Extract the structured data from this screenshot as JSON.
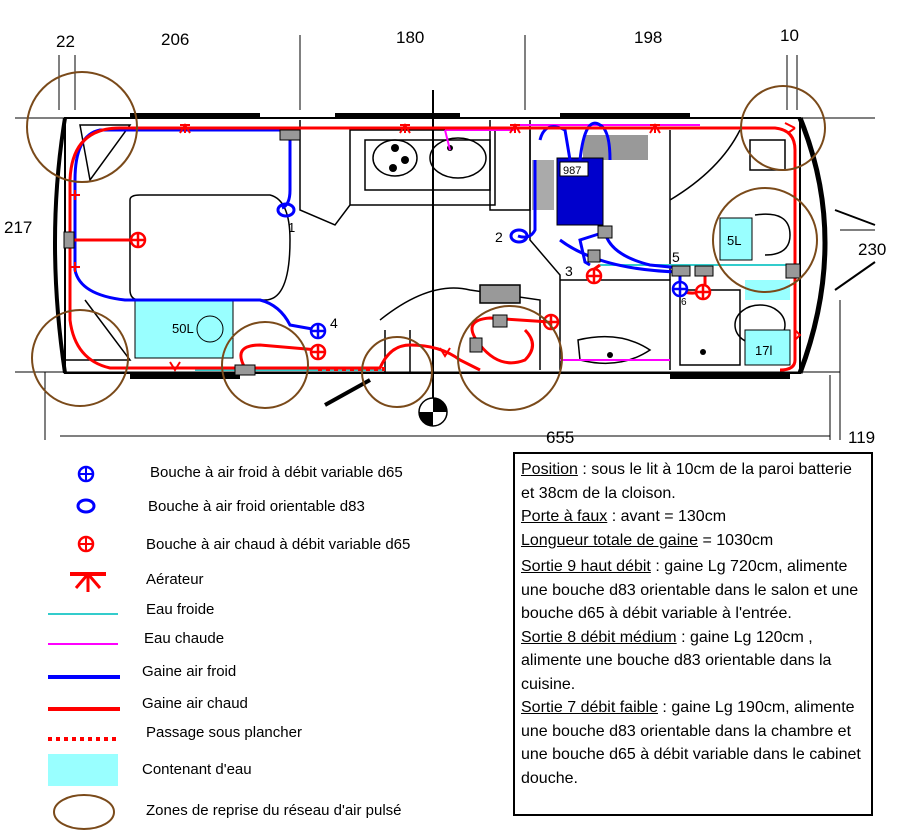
{
  "dimensions": {
    "top": [
      "22",
      "206",
      "180",
      "198",
      "10"
    ],
    "left": "217",
    "right": "230",
    "bottom_total": "655",
    "bottom_right": "119"
  },
  "plan_labels": {
    "vent_1": "1",
    "vent_2": "2",
    "vent_3": "3",
    "vent_4": "4",
    "vent_5": "5",
    "vent_6": "6",
    "tank_50l": "50L",
    "tank_5l": "5L",
    "tank_17l": "17l",
    "heater": "987"
  },
  "legend": {
    "cold_variable": "Bouche à air froid à débit variable d65",
    "cold_adjustable": "Bouche à air froid orientable d83",
    "hot_variable": "Bouche à air chaud à débit variable d65",
    "aerator": "Aérateur",
    "cold_water": "Eau froide",
    "hot_water": "Eau chaude",
    "cold_duct": "Gaine air froid",
    "hot_duct": "Gaine air chaud",
    "underfloor": "Passage sous plancher",
    "water_container": "Contenant d'eau",
    "zones": "Zones de reprise du réseau d'air pulsé"
  },
  "colors": {
    "hot": "#ff0000",
    "cold": "#0000ff",
    "cold_water": "#33cccc",
    "hot_water": "#ff00ff",
    "container": "#99ffff",
    "zone": "#7a4a1a"
  },
  "notes": {
    "position_title": "Position",
    "position_text": " : sous le lit à 10cm de la paroi batterie et 38cm de la cloison.",
    "porte_title": "Porte à faux",
    "porte_text": " : avant = 130cm",
    "longueur_title": "Longueur totale de gaine",
    "longueur_text": " = 1030cm",
    "sortie9_title": "Sortie 9 haut débit",
    "sortie9_text": " : gaine Lg 720cm, alimente une bouche d83 orientable dans le salon et une bouche d65 à débit variable à l'entrée.",
    "sortie8_title": "Sortie 8 débit médium",
    "sortie8_text": " : gaine Lg 120cm , alimente une bouche d83 orientable dans la cuisine.",
    "sortie7_title": "Sortie 7 débit faible",
    "sortie7_text": " : gaine Lg 190cm, alimente une bouche d83 orientable dans la chambre et une bouche d65 à débit variable dans le cabinet douche."
  }
}
